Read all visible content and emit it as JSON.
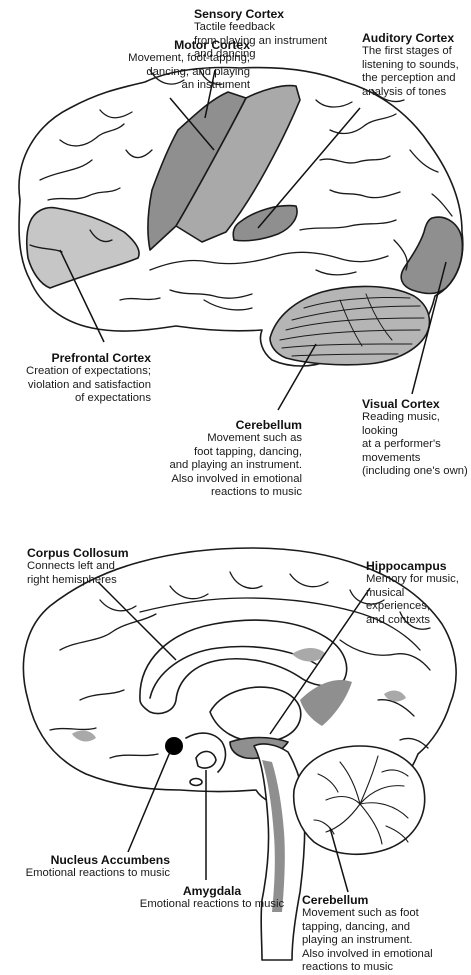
{
  "lateral_view": {
    "labels": [
      {
        "key": "sensory",
        "title": "Sensory Cortex",
        "text": "Tactile feedback\nfrom playing an instrument\nand dancing"
      },
      {
        "key": "motor",
        "title": "Motor Cortex",
        "text": "Movement, foot-tapping,\ndancing, and playing\nan instrument"
      },
      {
        "key": "auditory",
        "title": "Auditory Cortex",
        "text": "The first stages of\nlistening to sounds,\nthe perception and\nanalysis of tones"
      },
      {
        "key": "prefrontal",
        "title": "Prefrontal Cortex",
        "text": "Creation of expectations;\nviolation and satisfaction\nof expectations"
      },
      {
        "key": "cerebellum",
        "title": "Cerebellum",
        "text": "Movement such as\nfoot tapping, dancing,\nand playing an instrument.\nAlso involved in emotional\nreactions to music"
      },
      {
        "key": "visual",
        "title": "Visual Cortex",
        "text": "Reading music,\nlooking\nat a performer's\nmovements\n(including one's own)"
      }
    ]
  },
  "medial_view": {
    "labels": [
      {
        "key": "corpus",
        "title": "Corpus Collosum",
        "text": "Connects left and\nright hemispheres"
      },
      {
        "key": "hippocampus",
        "title": "Hippocampus",
        "text": "Memory for music,\nmusical experiences,\nand contexts"
      },
      {
        "key": "nucleus",
        "title": "Nucleus Accumbens",
        "text": "Emotional reactions to music"
      },
      {
        "key": "amygdala",
        "title": "Amygdala",
        "text": "Emotional reactions to music"
      },
      {
        "key": "cerebellum2",
        "title": "Cerebellum",
        "text": "Movement such as foot\ntapping, dancing, and\nplaying an instrument.\nAlso involved in emotional\nreactions to music"
      }
    ]
  },
  "colors": {
    "outline": "#1a1a1a",
    "region_dark": "#8f8f8f",
    "region_mid": "#a9a9a9",
    "region_light": "#c6c6c6",
    "fill": "#ffffff"
  }
}
